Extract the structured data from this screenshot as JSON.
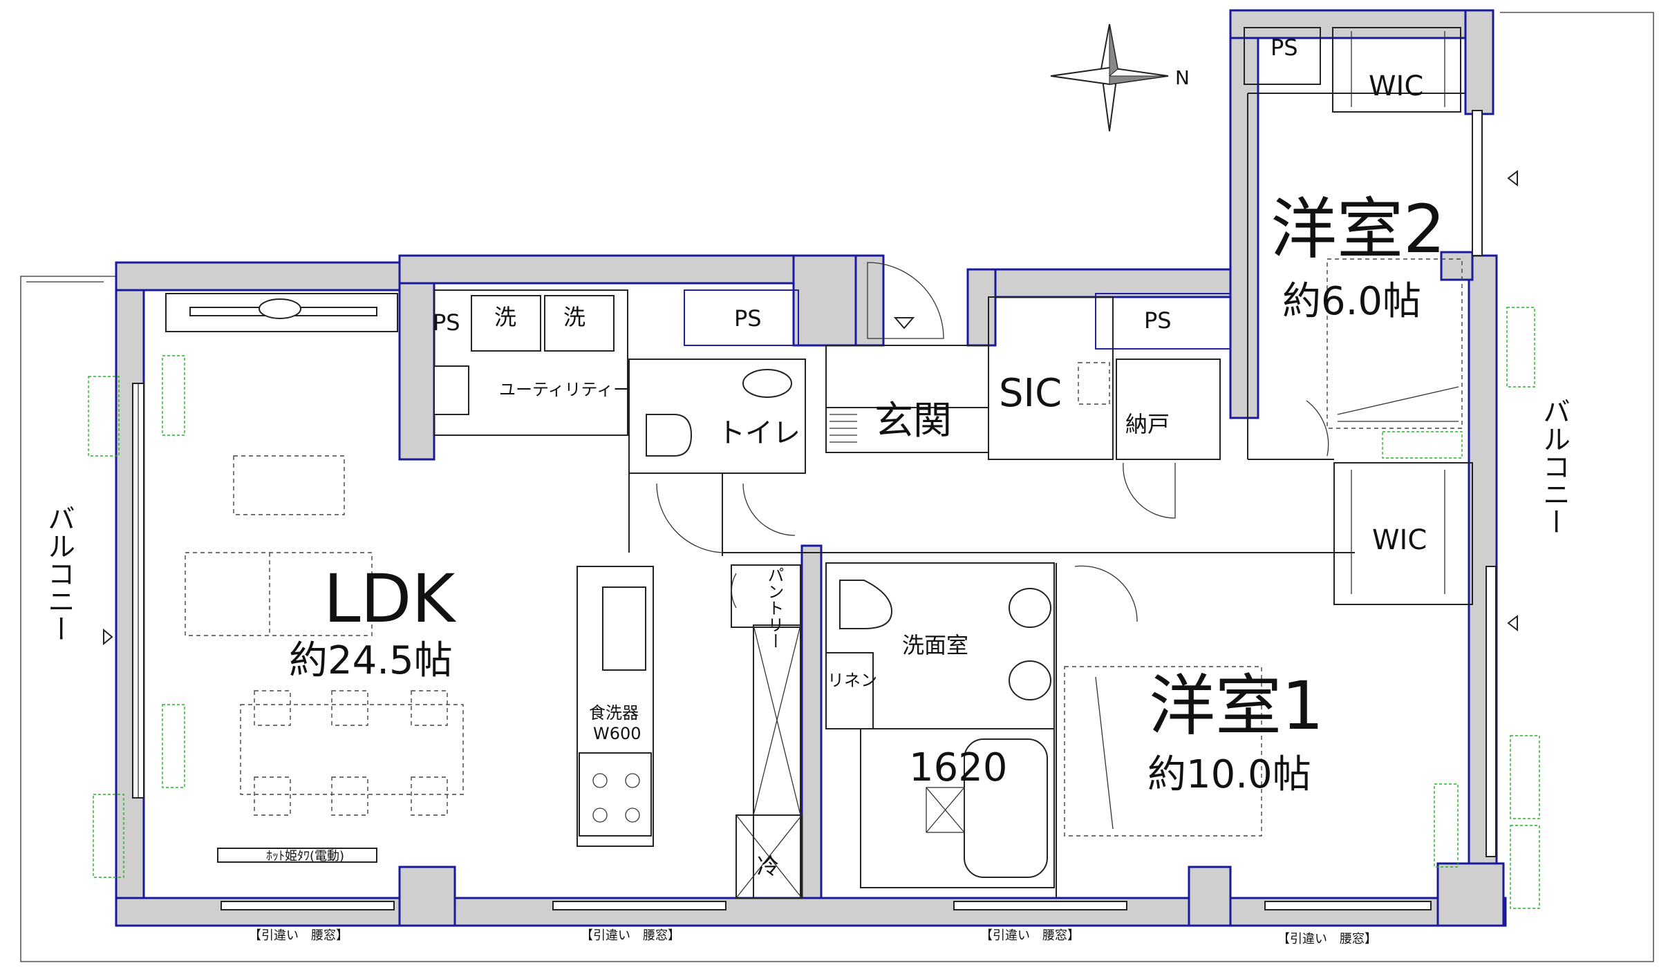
{
  "rooms": {
    "ldk": {
      "name": "LDK",
      "size": "約24.5帖"
    },
    "western1": {
      "name": "洋室1",
      "size": "約10.0帖"
    },
    "western2": {
      "name": "洋室2",
      "size": "約6.0帖"
    },
    "entrance": "玄関",
    "toilet": "トイレ",
    "sic": "SIC",
    "storage": "納戸",
    "washroom": "洗面室",
    "linen": "リネン",
    "pantry": "パントリー",
    "utility": "ユーティリティー",
    "wic_top": "WIC",
    "wic_mid": "WIC",
    "fridge": "冷"
  },
  "labels": {
    "ps_utility": "PS",
    "ps_top1": "PS",
    "ps_top2": "PS",
    "ps_wic": "PS",
    "wash1": "洗",
    "wash2": "洗",
    "dishwasher": "食洗器",
    "dishwasher_w": "W600",
    "bath_size": "1620",
    "heater": "ﾎｯﾄ姫ﾀﾜ(電動)",
    "compass_n": "N"
  },
  "balconies": {
    "left": "バルコニー",
    "right": "バルコニー"
  },
  "windows": [
    "【引違い　腰窓】",
    "【引違い　腰窓】",
    "【引違い　腰窓】",
    "【引違い　腰窓】"
  ]
}
